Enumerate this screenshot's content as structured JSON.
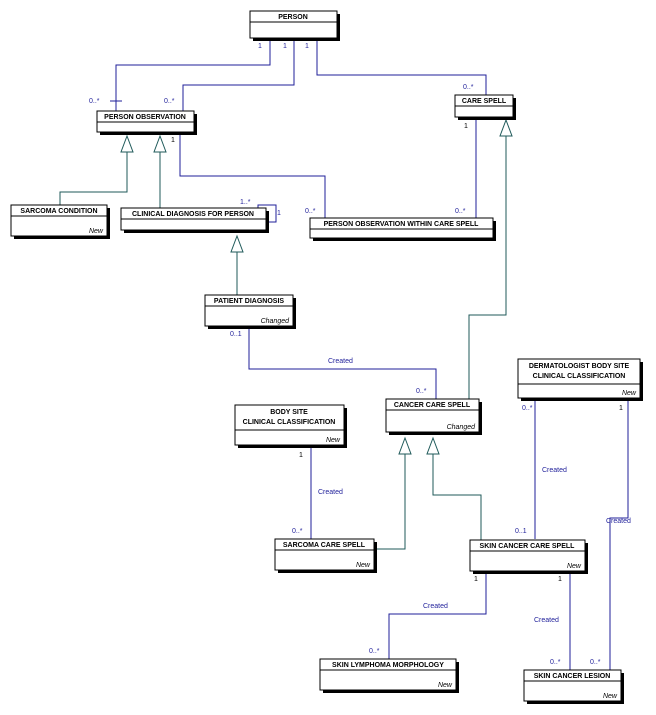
{
  "classes": {
    "person": {
      "name": "PERSON"
    },
    "person_observation": {
      "name": "PERSON OBSERVATION"
    },
    "care_spell": {
      "name": "CARE SPELL"
    },
    "sarcoma_condition": {
      "name": "SARCOMA CONDITION",
      "stereotype": "New"
    },
    "clinical_diagnosis_for_person": {
      "name": "CLINICAL DIAGNOSIS FOR PERSON"
    },
    "person_observation_within_care_spell": {
      "name": "PERSON OBSERVATION WITHIN CARE SPELL"
    },
    "patient_diagnosis": {
      "name": "PATIENT DIAGNOSIS",
      "stereotype": "Changed"
    },
    "dermatologist_body_site": {
      "name_line1": "DERMATOLOGIST BODY SITE",
      "name_line2": "CLINICAL CLASSIFICATION",
      "stereotype": "New"
    },
    "body_site_clinical": {
      "name_line1": "BODY SITE",
      "name_line2": "CLINICAL CLASSIFICATION",
      "stereotype": "New"
    },
    "cancer_care_spell": {
      "name": "CANCER CARE SPELL",
      "stereotype": "Changed"
    },
    "sarcoma_care_spell": {
      "name": "SARCOMA CARE SPELL",
      "stereotype": "New"
    },
    "skin_cancer_care_spell": {
      "name": "SKIN CANCER CARE SPELL",
      "stereotype": "New"
    },
    "skin_lymphoma_morphology": {
      "name": "SKIN LYMPHOMA MORPHOLOGY",
      "stereotype": "New"
    },
    "skin_cancer_lesion": {
      "name": "SKIN CANCER LESION",
      "stereotype": "New"
    }
  },
  "multiplicities": {
    "one": "1",
    "many": "0..*",
    "one_many": "1..*",
    "zero_one": "0..1"
  },
  "relationships": {
    "created": "Created"
  },
  "colors": {
    "association": "#1f1f9a",
    "generalization": "#1f5a5a"
  }
}
